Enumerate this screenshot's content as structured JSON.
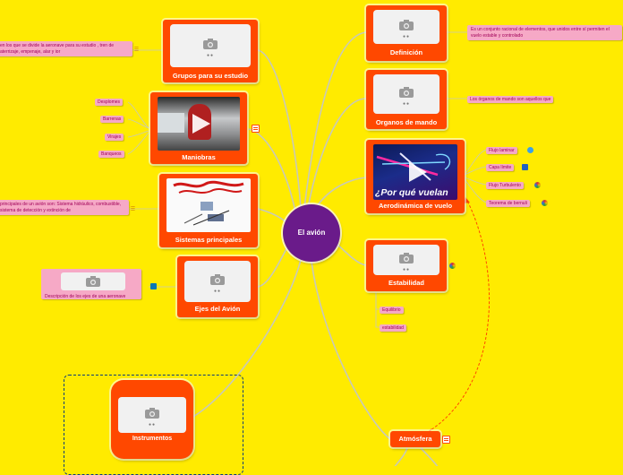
{
  "center": {
    "label": "El avión"
  },
  "nodes": {
    "definicion": {
      "label": "Definición",
      "note": "Es un conjunto racional de elementos, que unidos entre sí permiten el vuelo estable y controlado"
    },
    "organos": {
      "label": "Organos de mando",
      "note": "Los órganos de mando son aquellos que"
    },
    "aerodinamica": {
      "label": "Aerodinámica de vuelo",
      "video_title": "¿Por qué vuelan",
      "tags": [
        "Flujo laminar",
        "Capa límite",
        "Flujo Turbulento",
        "Teorema de bernuli"
      ]
    },
    "estabilidad": {
      "label": "Estabilidad",
      "tags": [
        "Equilibrio",
        "estabilidad"
      ]
    },
    "atmosfera": {
      "label": "Atmósfera"
    },
    "grupos": {
      "label": "Grupos para su estudio",
      "note": "en los que se divide la aeronave para su estudio , tren de aterrizaje, empenaje, alar y ior"
    },
    "maniobras": {
      "label": "Maniobras",
      "tags": [
        "Desplomes",
        "Barrenas",
        "Virajes",
        "Banqueos"
      ]
    },
    "sistemas": {
      "label": "Sistemas principales",
      "note": "principales de un avión son: Sistema hidráulico, combustible, sistema de detección y extinción de"
    },
    "ejes": {
      "label": "Ejes del Avión",
      "note": "Descripción de los ejes de una aeronave"
    },
    "instrumentos": {
      "label": "Instrumentos"
    }
  },
  "colors": {
    "background": "#ffeb00",
    "node": "#ff4800",
    "center": "#6a1b8a",
    "tag": "#f6a9c6",
    "link": "#c9c9b8",
    "dashed_link": "#ff4800"
  }
}
